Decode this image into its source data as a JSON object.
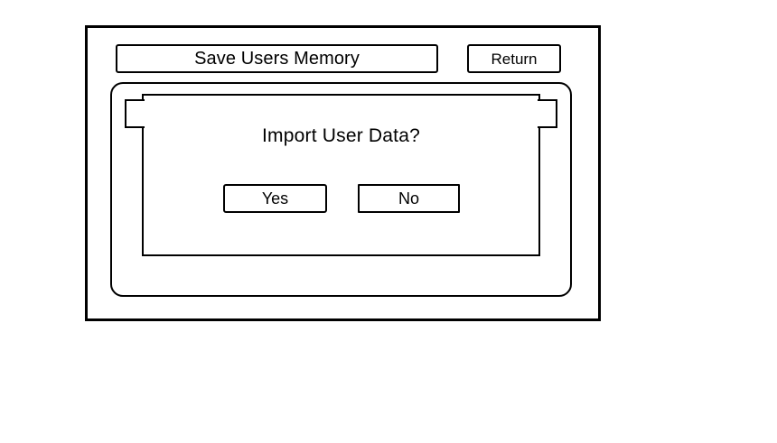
{
  "window": {
    "title_field_value": "Save Users Memory",
    "return_button_label": "Return"
  },
  "dialog": {
    "message": "Import User Data?",
    "confirm_label": "Yes",
    "cancel_label": "No"
  },
  "colors": {
    "stroke": "#000000",
    "background": "#ffffff"
  }
}
